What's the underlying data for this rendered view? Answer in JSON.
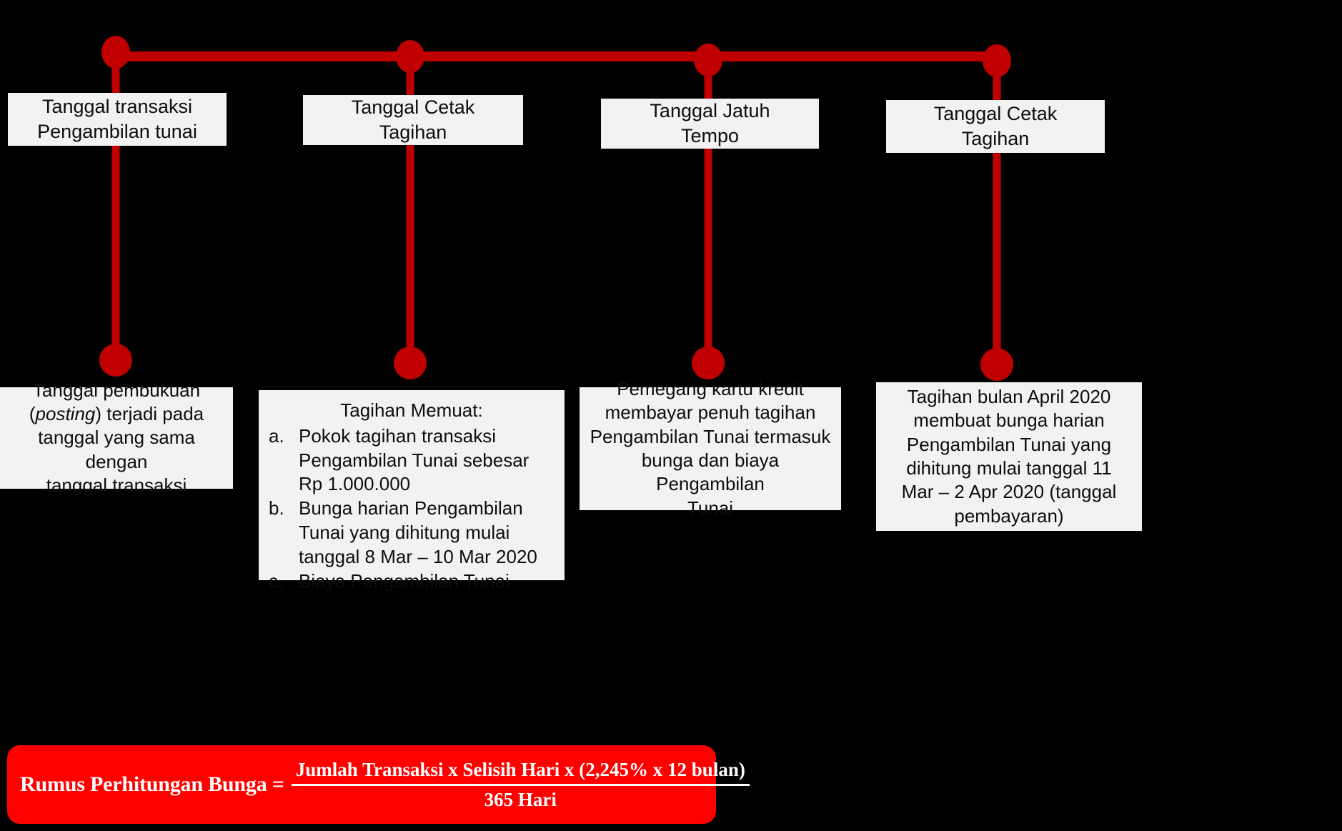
{
  "theme": {
    "background": "#000000",
    "timeline_red": "#C00000",
    "banner_red": "#FF0000",
    "box_fill": "#F2F2F2",
    "box_text": "#0D0D0D",
    "banner_text": "#FFFFFF"
  },
  "timeline": {
    "milestones": [
      {
        "id": "transaksi",
        "label_line1": "Tanggal transaksi",
        "label_line2": "Pengambilan tunai"
      },
      {
        "id": "cetak-tagihan-1",
        "label_line1": "Tanggal Cetak",
        "label_line2": "Tagihan"
      },
      {
        "id": "jatuh-tempo",
        "label_line1": "Tanggal Jatuh",
        "label_line2": "Tempo"
      },
      {
        "id": "cetak-tagihan-2",
        "label_line1": "Tanggal Cetak",
        "label_line2": "Tagihan"
      }
    ]
  },
  "details": {
    "posting": {
      "line1": "Tanggal pembukuan",
      "line2_pre": "(",
      "line2_em": "posting",
      "line2_post": ") terjadi pada",
      "line3": "tanggal yang sama dengan",
      "line4": "tanggal transaksi"
    },
    "tagihan": {
      "heading": "Tagihan Memuat:",
      "items": [
        {
          "marker": "a.",
          "text": "Pokok tagihan transaksi Pengambilan Tunai sebesar Rp 1.000.000"
        },
        {
          "marker": "b.",
          "text": "Bunga harian Pengambilan Tunai yang dihitung mulai tanggal 8 Mar – 10 Mar 2020"
        },
        {
          "marker": "c.",
          "text": "Biaya Pengambilan Tunai"
        }
      ]
    },
    "pembayaran": {
      "line1": "Pemegang kartu kredit",
      "line2": "membayar penuh tagihan",
      "line3": "Pengambilan Tunai termasuk",
      "line4": "bunga dan biaya Pengambilan",
      "line5": "Tunai"
    },
    "tagihan_april": {
      "line1": "Tagihan bulan April 2020",
      "line2": "membuat bunga harian",
      "line3": "Pengambilan Tunai yang",
      "line4": "dihitung mulai tanggal 11",
      "line5": "Mar – 2 Apr 2020 (tanggal",
      "line6": "pembayaran)"
    }
  },
  "formula": {
    "lead": "Rumus Perhitungan Bunga =",
    "numerator": "Jumlah Transaksi x Selisih Hari x (2,245% x 12 bulan)",
    "denominator": "365 Hari"
  }
}
